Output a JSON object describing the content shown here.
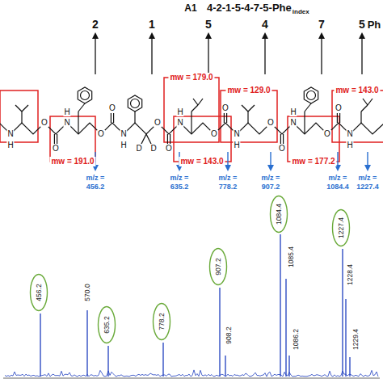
{
  "diagram": {
    "title": "4-2-1-5-4-7-5-Phe",
    "nodes": [
      {
        "text": [
          "456.2"
        ]
      },
      {
        "text": [
          "635.2"
        ]
      },
      {
        "text": [
          "778.2"
        ]
      },
      {
        "text": [
          "907.2"
        ]
      },
      {
        "text": [
          "1084.4"
        ]
      },
      {
        "text": [
          "1227.4"
        ]
      }
    ],
    "labels": [
      "A1",
      "index",
      "2",
      "1",
      "5",
      "4",
      "7",
      "5",
      "Ph",
      "mw = 179.0",
      "mw = 129.0",
      "mw = 143.0",
      "mw = 191.0",
      "mw = 143.0",
      "mw = 177.2",
      "m/z = 456.2",
      "m/z = 635.2",
      "m/z = 778.2",
      "m/z = 907.2",
      "m/z = 1084.4",
      "m/z = 1227.4",
      "570.0",
      "908.2",
      "1085.4",
      "1086.2",
      "1228.4",
      "1229.4",
      "N",
      "H",
      "O",
      "O",
      "N",
      "H",
      "O",
      "O",
      "N",
      "H",
      "O",
      "O",
      "N",
      "H",
      "O",
      "O",
      "N",
      "H",
      "O",
      "O",
      "N",
      "H",
      "O",
      "O",
      "N",
      "H",
      "D",
      "D"
    ]
  }
}
